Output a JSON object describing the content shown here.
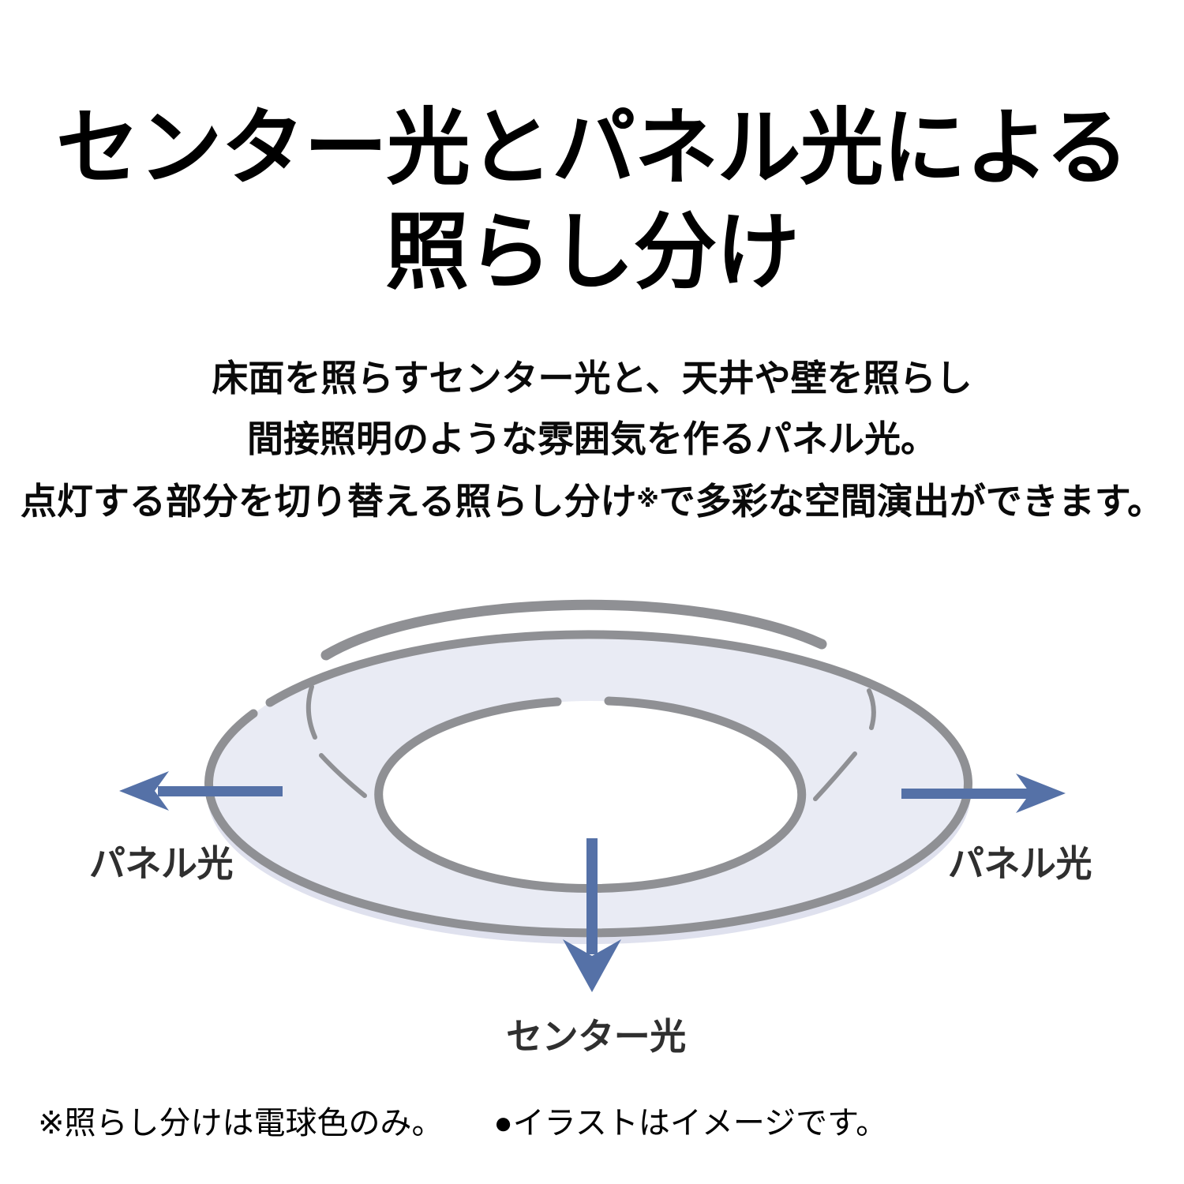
{
  "page": {
    "background_color": "#ffffff"
  },
  "title": {
    "line1": "センター光とパネル光による",
    "line2": "照らし分け"
  },
  "description": {
    "line1": "床面を照らすセンター光と、天井や壁を照らし",
    "line2": "間接照明のような雰囲気を作るパネル光。",
    "line3_before_ref": "点灯する部分を切り替える照らし分け",
    "line3_ref_mark": "※",
    "line3_after_ref": "で多彩な空間演出ができます。"
  },
  "diagram": {
    "type": "ceiling-light-illustration",
    "labels": {
      "panel_light_left": "パネル光",
      "panel_light_right": "パネル光",
      "center_light": "センター光"
    },
    "colors": {
      "arrow": "#5571a7",
      "ring_fill": "#e9ebf4",
      "ring_stroke": "#8f9094",
      "ring_shadow": "#dfe1ee",
      "inner_hole": "#ffffff",
      "label_text": "#2f2f2f"
    }
  },
  "footer": {
    "note1": "※照らし分けは電球色のみ。",
    "note2": "●イラストはイメージです。"
  }
}
